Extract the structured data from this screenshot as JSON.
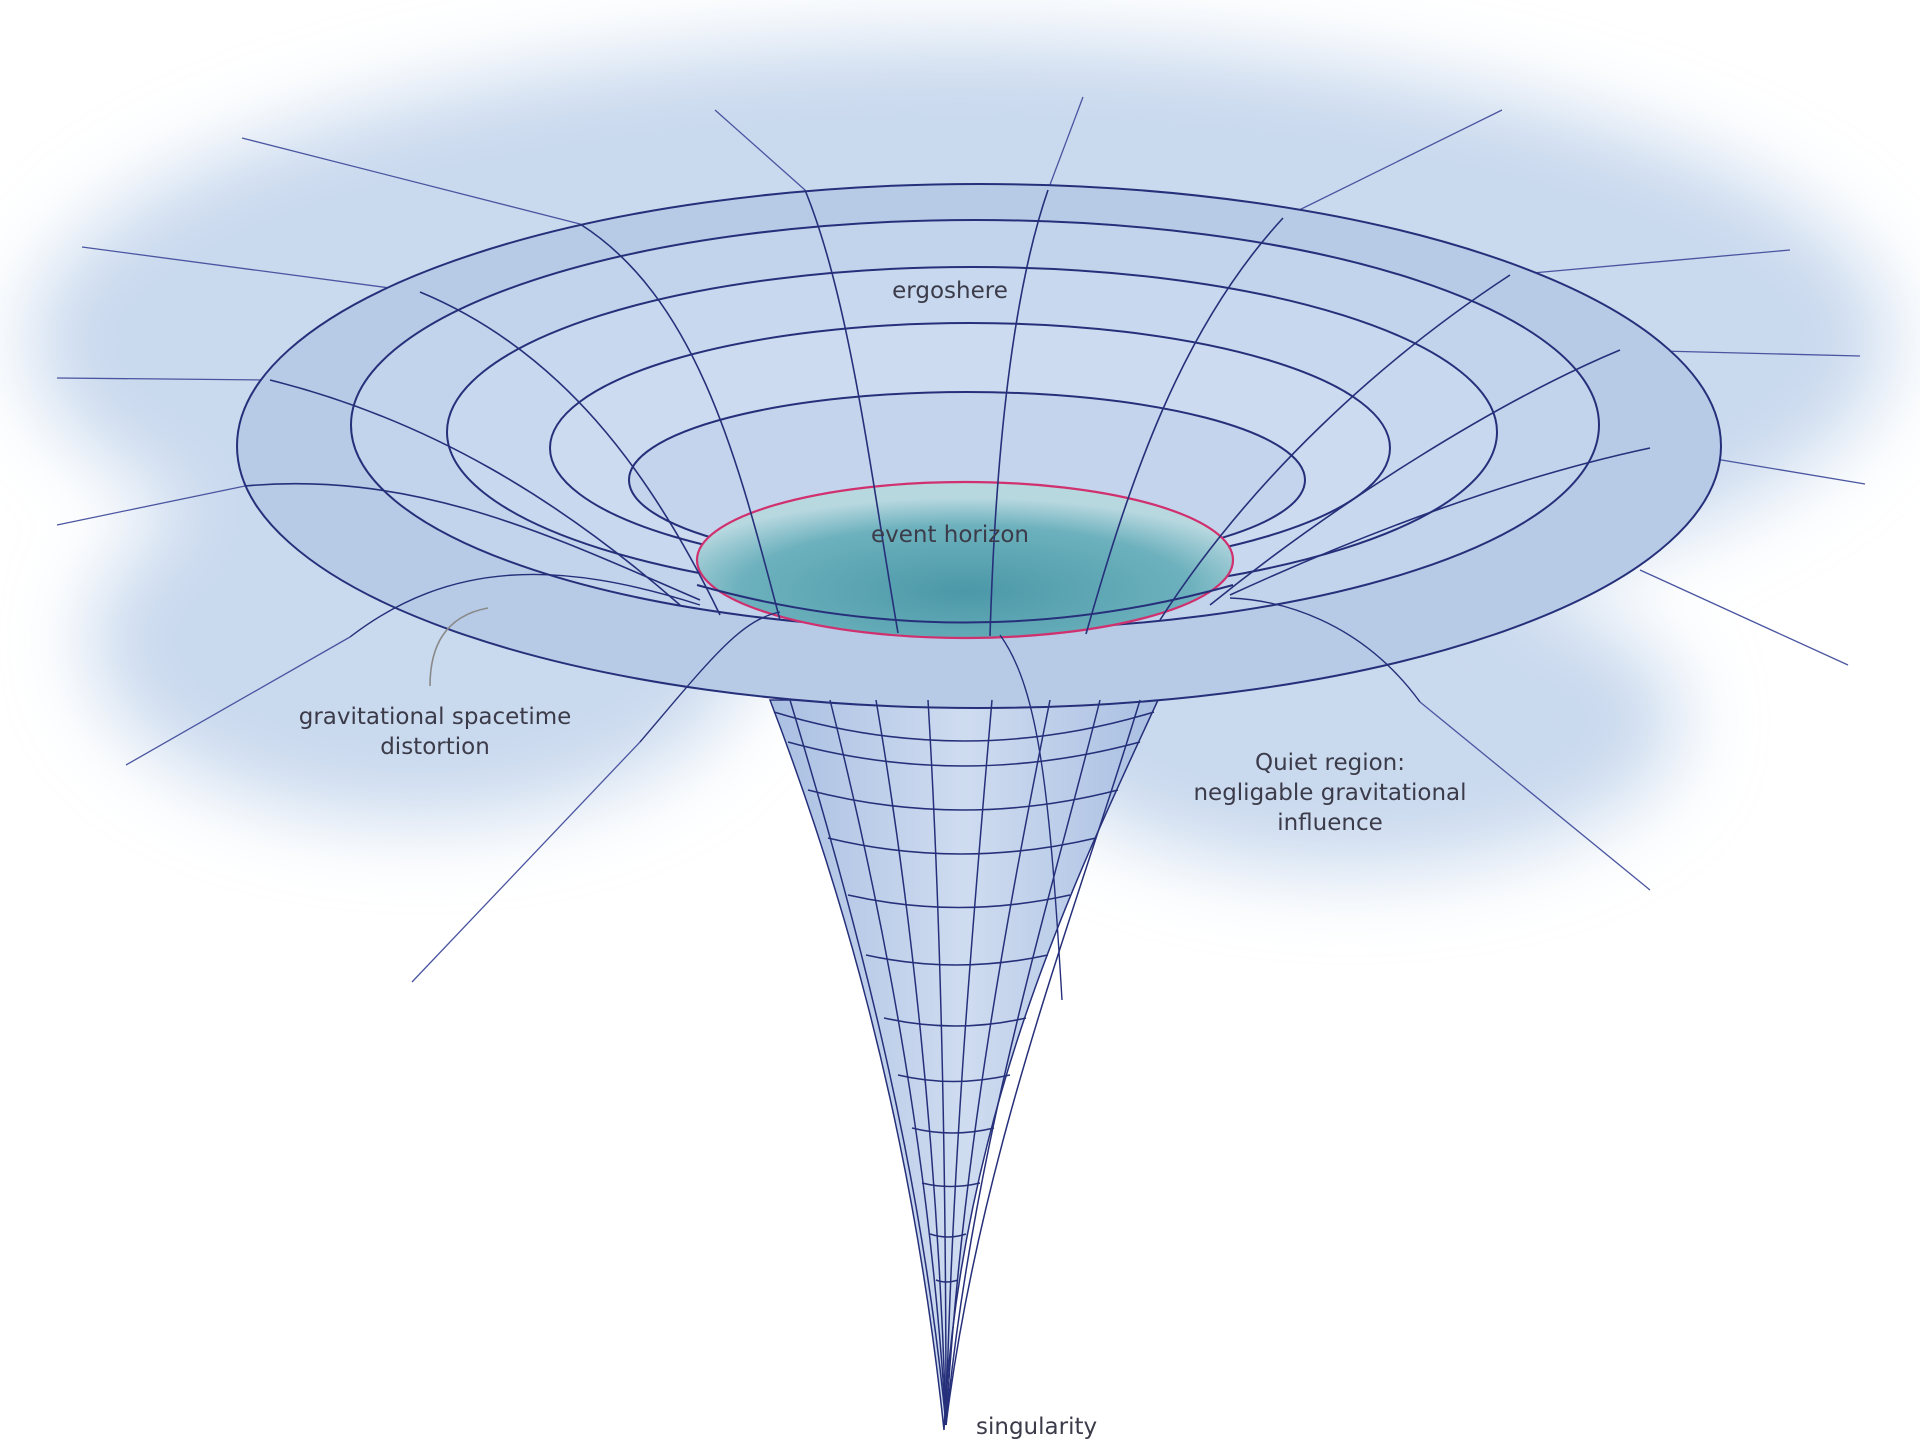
{
  "labels": {
    "ergosphere": "ergoshere",
    "event_horizon": "event horizon",
    "distortion_line1": "gravitational spacetime",
    "distortion_line2": "distortion",
    "quiet_line1": "Quiet region:",
    "quiet_line2": "negligable gravitational",
    "quiet_line3": "influence",
    "singularity": "singularity"
  },
  "colors": {
    "background": "#ffffff",
    "haze": "#c9d9ee",
    "funnel_fill": "#b9cde8",
    "grid_line": "#26307a",
    "event_horizon_fill": "#5ea6b4",
    "event_horizon_edge": "#d0306e",
    "label_text": "#3b3b4a",
    "pointer": "#8a8a8a"
  }
}
